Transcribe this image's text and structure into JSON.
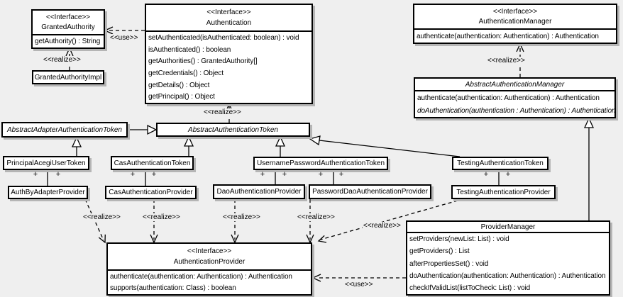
{
  "labels": {
    "use": "<<use>>",
    "realize": "<<realize>>",
    "plus": "+"
  },
  "classes": {
    "granted_authority": {
      "stereotype": "<<Interface>>",
      "name": "GrantedAuthority",
      "methods": [
        "getAuthority() : String"
      ]
    },
    "granted_authority_impl": {
      "name": "GrantedAuthorityImpl"
    },
    "authentication": {
      "stereotype": "<<Interface>>",
      "name": "Authentication",
      "methods": [
        "setAuthenticated(isAuthenticated: boolean) : void",
        "isAuthenticated() : boolean",
        "getAuthorities() : GrantedAuthority[]",
        "getCredentials() : Object",
        "getDetails() : Object",
        "getPrincipal() : Object"
      ]
    },
    "authentication_manager": {
      "stereotype": "<<Interface>>",
      "name": "AuthenticationManager",
      "methods": [
        "authenticate(authentication: Authentication) : Authentication"
      ]
    },
    "abstract_authentication_manager": {
      "name": "AbstractAuthenticationManager",
      "methods": [
        "authenticate(authentication: Authentication) : Authentication",
        "doAuthentication(authentication : Authentication) : Authentication"
      ]
    },
    "abstract_adapter_authentication_token": {
      "name": "AbstractAdapterAuthenticationToken"
    },
    "abstract_authentication_token": {
      "name": "AbstractAuthenticationToken"
    },
    "principal_acegi_user_token": {
      "name": "PrincipalAcegiUserToken"
    },
    "cas_authentication_token": {
      "name": "CasAuthenticationToken"
    },
    "username_password_authentication_token": {
      "name": "UsernamePasswordAuthenticationToken"
    },
    "testing_authentication_token": {
      "name": "TestingAuthenticationToken"
    },
    "auth_by_adapter_provider": {
      "name": "AuthByAdapterProvider"
    },
    "cas_authentication_provider": {
      "name": "CasAuthenticationProvider"
    },
    "dao_authentication_provider": {
      "name": "DaoAuthenticationProvider"
    },
    "password_dao_authentication_provider": {
      "name": "PasswordDaoAuthenticationProvider"
    },
    "testing_authentication_provider": {
      "name": "TestingAuthenticationProvider"
    },
    "authentication_provider": {
      "stereotype": "<<Interface>>",
      "name": "AuthenticationProvider",
      "methods": [
        "authenticate(authentication: Authentication) : Authentication",
        "supports(authentication: Class) : boolean"
      ]
    },
    "provider_manager": {
      "name": "ProviderManager",
      "methods": [
        "setProviders(newList: List) : void",
        "getProviders() : List",
        "afterPropertiesSet() : void",
        "doAuthentication(authentication: Authentication) : Authentication",
        "checkIfValidList(listToCheck: List) : void"
      ]
    }
  },
  "colors": {
    "background": "#efefef",
    "box_fill": "#ffffff",
    "box_border": "#000000",
    "shadow": "#b5b5b5"
  }
}
